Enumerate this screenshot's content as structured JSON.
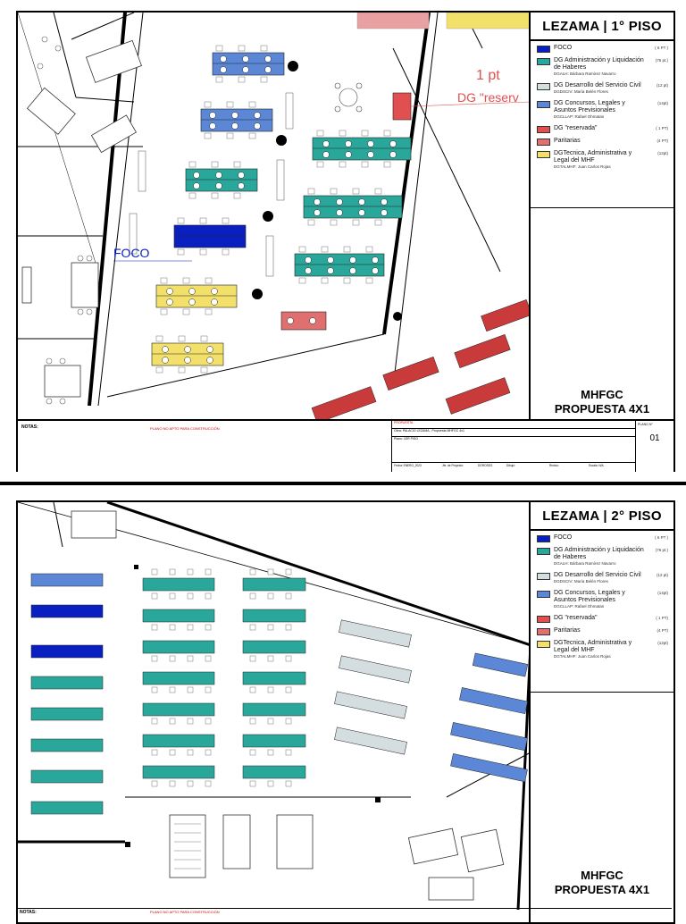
{
  "sheets": [
    {
      "title": "LEZAMA | 1° PISO",
      "project_line1": "MHFGC",
      "project_line2": "PROPUESTA 4X1",
      "plan_label_foco": "FOCO",
      "plan_label_pt": "1 pt",
      "plan_label_dg": "DG \"reserv",
      "notes_label": "NOTAS:",
      "notes_red": "PLANO NO APTO PARA CONSTRUCCIÓN",
      "tb_propuesta": "PROPUESTA",
      "tb_obra": "Obra: PALACIO LEZAMA - Propuesta MHFGC 4x1",
      "tb_plano": "Plano: 1ER PISO",
      "tb_fecha": "Fecha: ENERO_2023",
      "tb_jefe": "Jfe. de Proyecto:",
      "tb_dg": "DGROSEG",
      "tb_dibujo": "Dibujó:",
      "tb_reviso": "Revisó:",
      "tb_escala": "Escala: N/A",
      "tb_plano_label": "PLANO N°",
      "tb_plano_num": "01"
    },
    {
      "title": "LEZAMA | 2° PISO",
      "project_line1": "MHFGC",
      "project_line2": "PROPUESTA 4X1",
      "notes_label": "NOTAS:",
      "notes_red": "PLANO NO APTO PARA CONSTRUCCIÓN"
    }
  ],
  "legend": [
    {
      "name": "FOCO",
      "count": "( 6 PT )",
      "person": "",
      "color": "#0a1fbf"
    },
    {
      "name": "DG Administración y Liquidación de Haberes",
      "count": "(76 pt.)",
      "person": "DGALH: Bárbara Ramírez Navarro",
      "color": "#2aa79b"
    },
    {
      "name": "DG Desarrollo del Servicio Civil",
      "count": "(12 pt)",
      "person": "DGDSCIV: María Belén Flores",
      "color": "#d4dde0"
    },
    {
      "name": "DG Concursos, Legales y Asuntos Previsionales",
      "count": "(14pt)",
      "person": "DGCLLAP: Rafael Ohmatan",
      "color": "#5b87d6"
    },
    {
      "name": "DG \"reservada\"",
      "count": "( 1 PT)",
      "person": "",
      "color": "#e05050"
    },
    {
      "name": "Paritarias",
      "count": "(4 PT)",
      "person": "",
      "color": "#e07070"
    },
    {
      "name": "DGTecnica, Administrativa y Legal del MHF",
      "count": "(12pt)",
      "person": "DGTALMHF: Juan Carlos Rojas",
      "color": "#f2e06a"
    }
  ],
  "colors": {
    "foco": "#0a1fbf",
    "admin": "#2aa79b",
    "desarrollo": "#d4dde0",
    "concursos": "#5b87d6",
    "reservada": "#e05050",
    "paritarias": "#e07070",
    "tecnica": "#f2e06a"
  }
}
